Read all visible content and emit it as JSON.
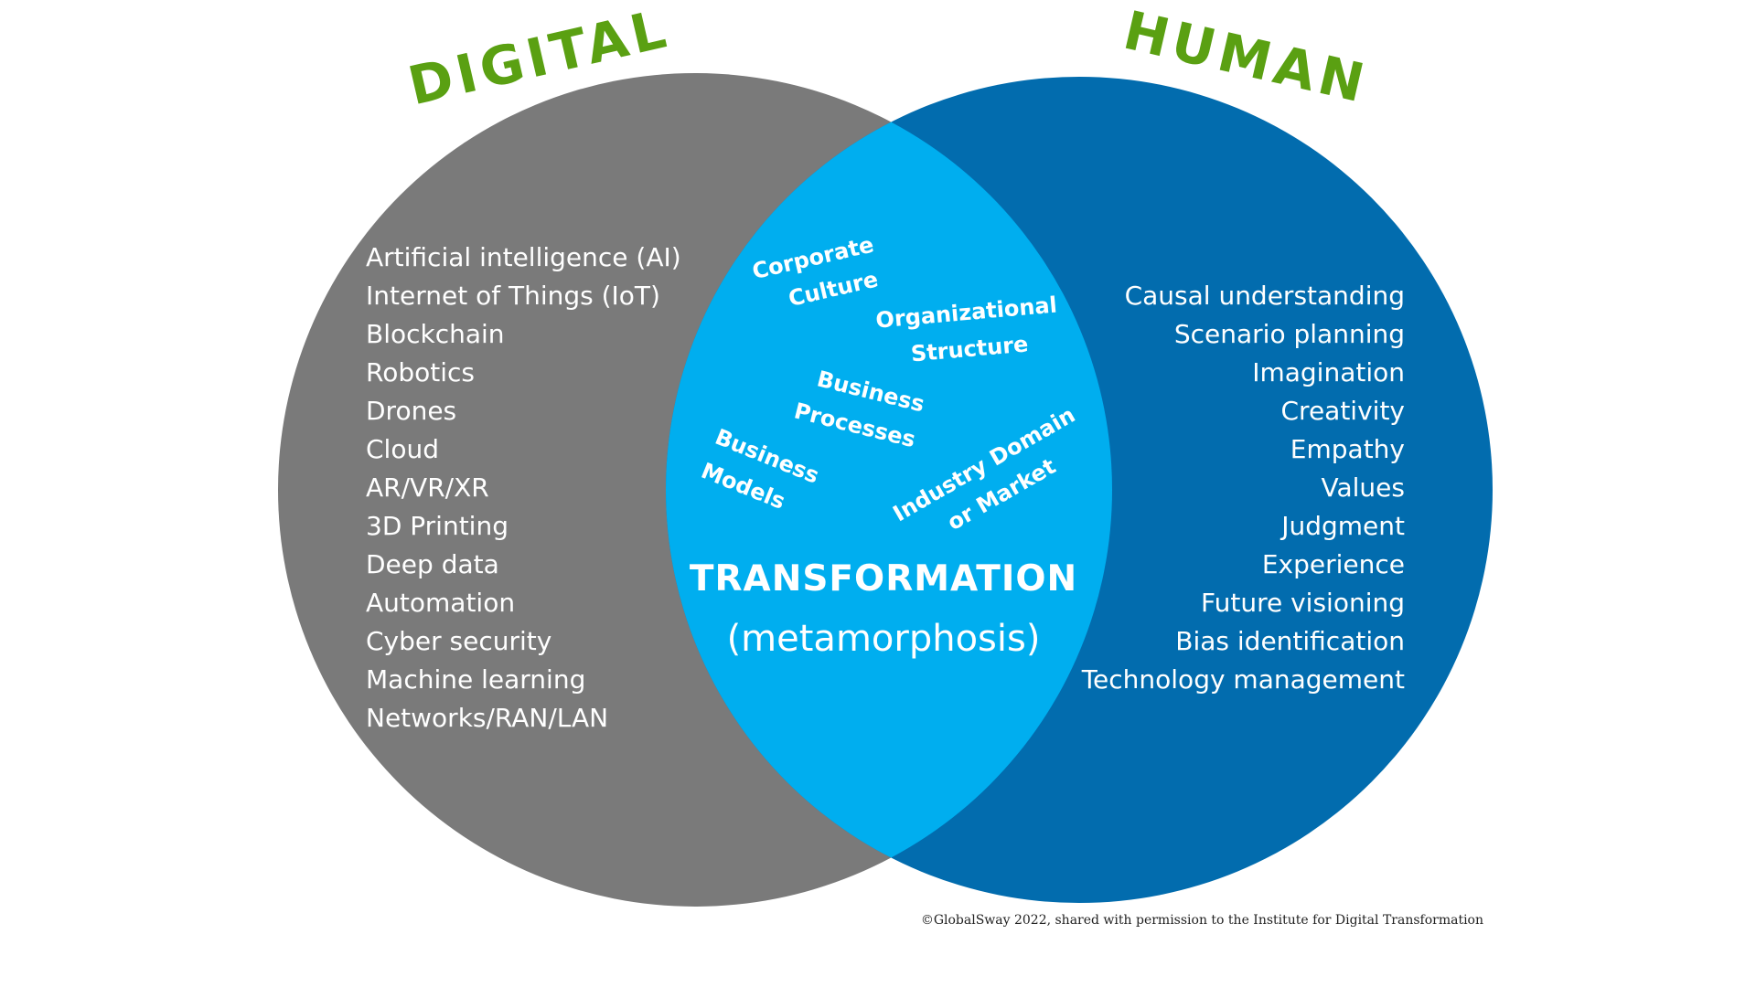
{
  "colors": {
    "digital_circle": "#7a7a7a",
    "human_circle": "#026cae",
    "overlap": "#00aeef",
    "title_green": "#5aa012",
    "text": "#ffffff",
    "credit_text": "#222222"
  },
  "digital": {
    "title": "DIGITAL",
    "items": [
      "Artificial intelligence (AI)",
      "Internet of Things (IoT)",
      "Blockchain",
      "Robotics",
      "Drones",
      "Cloud",
      "AR/VR/XR",
      "3D Printing",
      "Deep data",
      "Automation",
      "Cyber security",
      "Machine learning",
      "Networks/RAN/LAN"
    ]
  },
  "human": {
    "title": "HUMAN",
    "items": [
      "Causal understanding",
      "Scenario planning",
      "Imagination",
      "Creativity",
      "Empathy",
      "Values",
      "Judgment",
      "Experience",
      "Future visioning",
      "Bias identification",
      "Technology management"
    ]
  },
  "overlap": {
    "corporate_culture": [
      "Corporate",
      "Culture"
    ],
    "organizational_structure": [
      "Organizational",
      "Structure"
    ],
    "business_processes": [
      "Business",
      "Processes"
    ],
    "business_models": [
      "Business",
      "Models"
    ],
    "industry_domain": [
      "Industry Domain",
      "or Market"
    ],
    "title": "TRANSFORMATION",
    "subtitle": "(metamorphosis)"
  },
  "credit": "©GlobalSway 2022, shared with permission to the Institute for Digital Transformation"
}
